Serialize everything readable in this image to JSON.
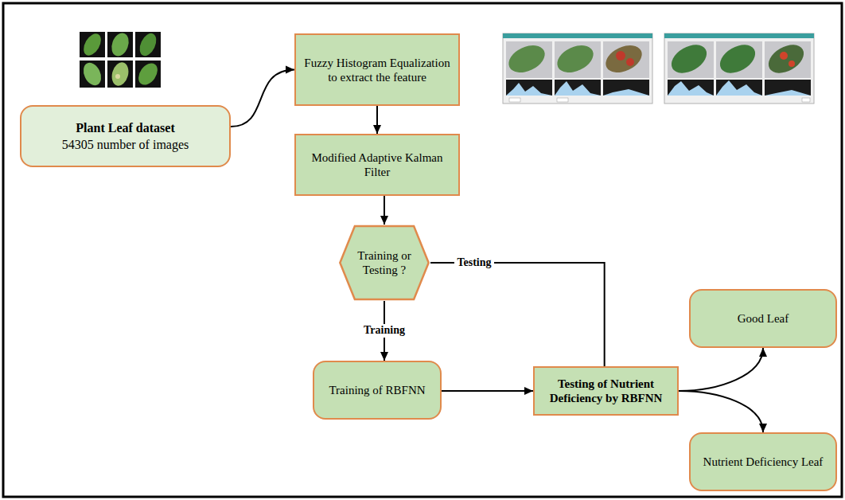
{
  "diagram": {
    "nodes": [
      {
        "text": [
          "Plant Leaf dataset",
          "54305 number of images"
        ]
      },
      {
        "text": [
          "Fuzzy Histogram Equalization to extract the feature"
        ]
      },
      {
        "text": [
          "Modified Adaptive Kalman Filter"
        ]
      },
      {
        "text": [
          "Training or Testing ?"
        ]
      },
      {
        "text": [
          "Training of RBFNN"
        ]
      },
      {
        "text": [
          "Testing of Nutrient Deficiency by RBFNN"
        ]
      },
      {
        "text": [
          "Good Leaf"
        ]
      },
      {
        "text": [
          "Nutrient Deficiency Leaf"
        ]
      }
    ],
    "edges": [
      {
        "from": 0,
        "to": 1,
        "arrow": "to"
      },
      {
        "from": 1,
        "to": 2,
        "arrow": "to"
      },
      {
        "from": 2,
        "to": 3,
        "arrow": "to"
      },
      {
        "from": 3,
        "to": 4,
        "label": "Training",
        "arrow": "to"
      },
      {
        "from": 3,
        "to": 5,
        "label": "Testing",
        "arrow": "none"
      },
      {
        "from": 4,
        "to": 5,
        "arrow": "to"
      },
      {
        "from": 5,
        "to": 6,
        "arrow": "to"
      },
      {
        "from": 5,
        "to": 7,
        "arrow": "to"
      }
    ]
  }
}
